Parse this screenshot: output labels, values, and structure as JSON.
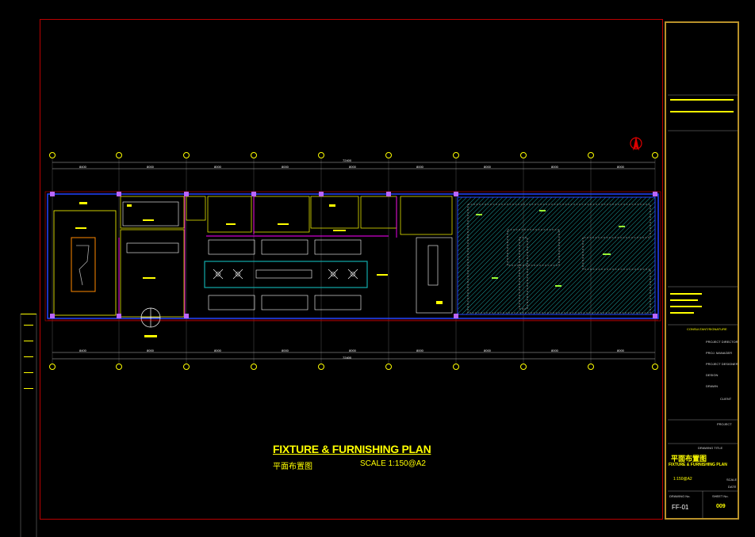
{
  "drawing": {
    "title": "FIXTURE & FURNISHING PLAN",
    "title_cn": "平面布置图",
    "scale": "SCALE  1:150@A2",
    "total_dimension": "72400",
    "dims_top": [
      "8400",
      "8000",
      "8000",
      "8000",
      "8000",
      "8000",
      "8000",
      "8000",
      "8000"
    ],
    "dims_bottom": [
      "8400",
      "8000",
      "8000",
      "8000",
      "8000",
      "8000",
      "8000",
      "8000",
      "8000"
    ]
  },
  "title_block": {
    "consultant_label": "CONSULTANT/SIGNATURE",
    "fields": [
      "PROJECT DIRECTOR",
      "PROJ. MANAGER",
      "PROJECT DESIGNER",
      "DESIGN",
      "DRAWN",
      "CLIENT",
      "PROJECT"
    ],
    "drawing_title_label": "DRAWING TITLE",
    "drawing_title_cn": "平面布置图",
    "drawing_title_en": "FIXTURE & FURNISHING PLAN",
    "scale_value": "1:150@A2",
    "scale_label": "SCALE",
    "date_label": "DATE",
    "drawing_no_label": "DRAWING No.",
    "sheet_no_label": "SHEET No.",
    "drawing_no": "FF-01",
    "sheet_no": "009"
  },
  "colors": {
    "frame": "#bb0000",
    "title_block": "#b8912a",
    "grid": "#ffff00",
    "walls": "#2244ff",
    "hatch": "#20a0a0"
  }
}
